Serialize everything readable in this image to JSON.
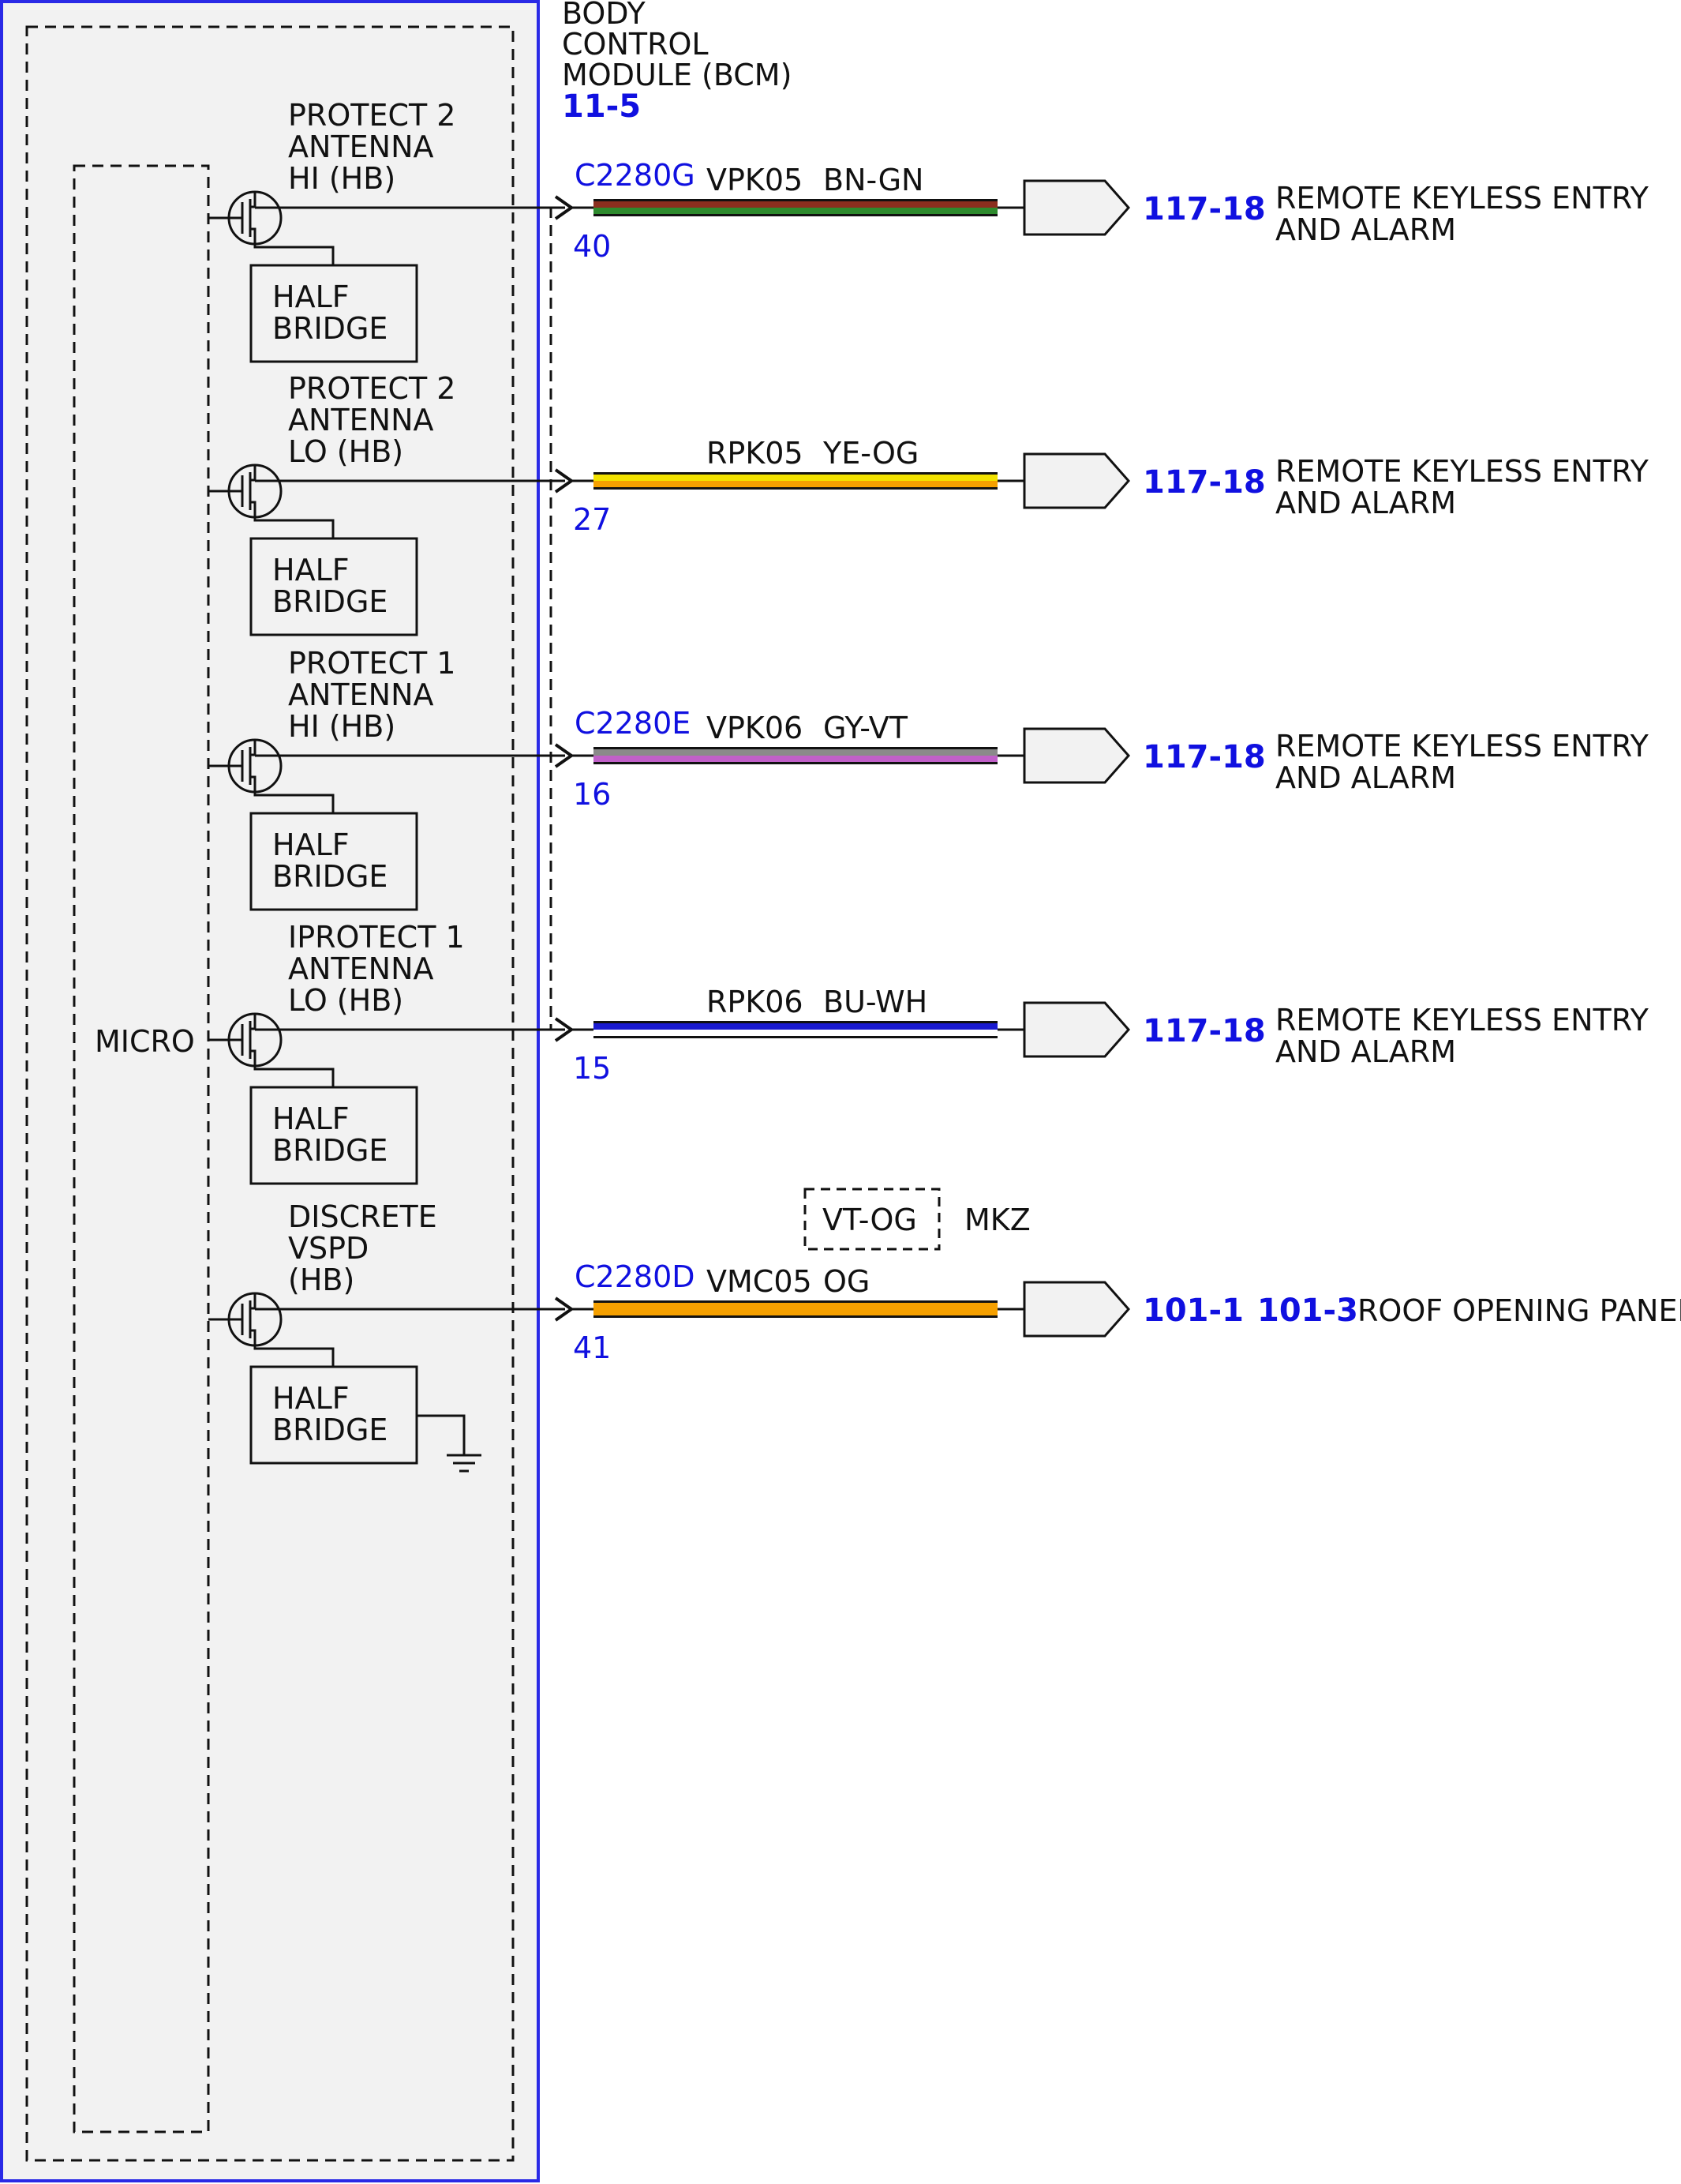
{
  "module": {
    "name_lines": [
      "BODY",
      "CONTROL",
      "MODULE (BCM)"
    ],
    "ref": "11-5",
    "micro_label": "MICRO",
    "half_bridge_lines": [
      "HALF",
      "BRIDGE"
    ]
  },
  "colors": {
    "link_blue": "#1010e0",
    "module_border": "#2a2ae6",
    "module_fill": "#f2f2f2",
    "connector_fill": "#f2f2f2"
  },
  "circuits": [
    {
      "label_lines": [
        "PROTECT 2",
        "ANTENNA",
        "HI (HB)"
      ],
      "connector": "C2280G",
      "pin": "40",
      "circuit": "VPK05",
      "wire_color": "BN-GN",
      "wire_colors": [
        "#8b2e1e",
        "#2d8a2d"
      ],
      "refs": [
        "117-18"
      ],
      "dest_lines": [
        "REMOTE KEYLESS ENTRY",
        "AND ALARM"
      ]
    },
    {
      "label_lines": [
        "PROTECT 2",
        "ANTENNA",
        "LO (HB)"
      ],
      "connector": "",
      "pin": "27",
      "circuit": "RPK05",
      "wire_color": "YE-OG",
      "wire_colors": [
        "#f2e200",
        "#f5a000"
      ],
      "refs": [
        "117-18"
      ],
      "dest_lines": [
        "REMOTE KEYLESS ENTRY",
        "AND ALARM"
      ]
    },
    {
      "label_lines": [
        "PROTECT 1",
        "ANTENNA",
        "HI (HB)"
      ],
      "connector": "C2280E",
      "pin": "16",
      "circuit": "VPK06",
      "wire_color": "GY-VT",
      "wire_colors": [
        "#8a8a8a",
        "#c060c8"
      ],
      "refs": [
        "117-18"
      ],
      "dest_lines": [
        "REMOTE KEYLESS ENTRY",
        "AND ALARM"
      ]
    },
    {
      "label_lines": [
        "IPROTECT 1",
        "ANTENNA",
        "LO (HB)"
      ],
      "connector": "",
      "pin": "15",
      "circuit": "RPK06",
      "wire_color": "BU-WH",
      "wire_colors": [
        "#1a1ad0",
        "#ffffff"
      ],
      "refs": [
        "117-18"
      ],
      "dest_lines": [
        "REMOTE KEYLESS ENTRY",
        "AND ALARM"
      ]
    },
    {
      "label_lines": [
        "DISCRETE",
        "VSPD",
        "(HB)"
      ],
      "connector": "C2280D",
      "pin": "41",
      "circuit": "VMC05",
      "wire_color": "OG",
      "wire_colors": [
        "#f5a000",
        "#f5a000"
      ],
      "refs": [
        "101-1",
        "101-3"
      ],
      "dest_lines": [
        "ROOF OPENING PANEL"
      ],
      "option_box": "VT-OG",
      "option_label": "MKZ"
    }
  ]
}
